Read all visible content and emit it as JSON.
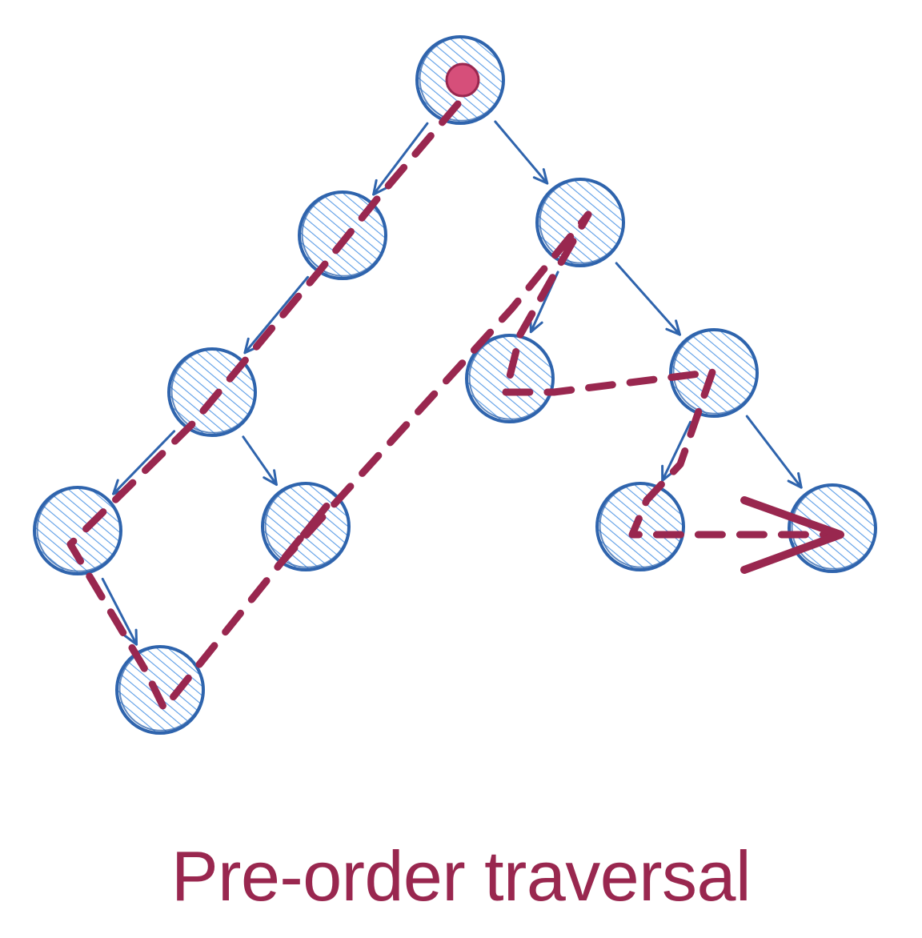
{
  "caption": "Pre-order traversal",
  "colors": {
    "node_stroke": "#2f64ad",
    "node_hatch": "#5b9ce6",
    "edge_arrow": "#2f64ad",
    "traversal_path": "#99274f",
    "start_marker": "#d64f7a"
  },
  "tree": {
    "nodes": [
      {
        "id": "root"
      },
      {
        "id": "l"
      },
      {
        "id": "ll"
      },
      {
        "id": "lll"
      },
      {
        "id": "lllr"
      },
      {
        "id": "llr"
      },
      {
        "id": "r"
      },
      {
        "id": "rl"
      },
      {
        "id": "rr"
      },
      {
        "id": "rrl"
      },
      {
        "id": "rrr"
      }
    ],
    "edges": [
      {
        "from": "root",
        "to": "l"
      },
      {
        "from": "root",
        "to": "r"
      },
      {
        "from": "l",
        "to": "ll"
      },
      {
        "from": "ll",
        "to": "lll"
      },
      {
        "from": "ll",
        "to": "llr"
      },
      {
        "from": "lll",
        "to": "lllr"
      },
      {
        "from": "r",
        "to": "rl"
      },
      {
        "from": "r",
        "to": "rr"
      },
      {
        "from": "rr",
        "to": "rrl"
      },
      {
        "from": "rr",
        "to": "rrr"
      }
    ],
    "visit_order": [
      "root",
      "l",
      "ll",
      "lll",
      "lllr",
      "llr",
      "r",
      "rl",
      "rr",
      "rrl",
      "rrr"
    ]
  }
}
